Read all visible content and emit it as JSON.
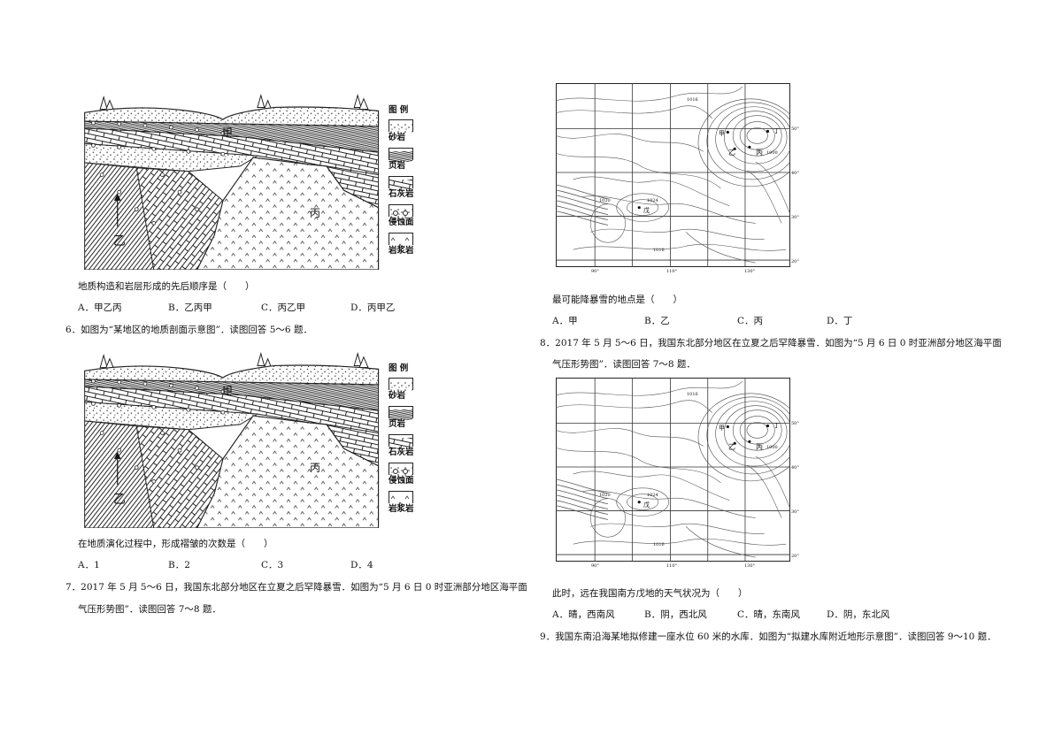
{
  "geo_figure": {
    "label_jia": "甲",
    "label_yi": "乙",
    "label_bing": "丙",
    "legend_title": "图 例",
    "legend": [
      "砂岩",
      "页岩",
      "石灰岩",
      "侵蚀面",
      "岩浆岩"
    ]
  },
  "left": {
    "q5_stem": "地质构造和岩层形成的先后顺序是（　　）",
    "q5_options": [
      "A．甲乙丙",
      "B．乙丙甲",
      "C．丙乙甲",
      "D．丙甲乙"
    ],
    "q6_intro": "6．如图为“某地区的地质剖面示意图”．读图回答 5～6 题．",
    "q6_stem": "在地质演化过程中，形成褶皱的次数是（　　）",
    "q6_options": [
      "A．1",
      "B．2",
      "C．3",
      "D．4"
    ],
    "q7_intro_line1": "7．2017 年 5 月 5～6 日，我国东北部分地区在立夏之后罕降暴雪．如图为“5 月 6 日 0 时亚洲部分地区海平面",
    "q7_intro_line2": "气压形势图”．读图回答 7～8 题．"
  },
  "pressure_map": {
    "isobar_1016_top": "1016",
    "isobar_1020": "1020",
    "isobar_1024": "1024",
    "isobar_1016_bottom": "1016",
    "isobar_1000": "1000",
    "point_jia": "甲",
    "point_yi": "乙",
    "point_bing": "丙",
    "point_ding": "丁",
    "point_wu": "戊",
    "lat_50": "50°",
    "lat_40": "40°",
    "lat_30": "30°",
    "lat_20": "20°",
    "lon_90": "90°",
    "lon_110": "110°",
    "lon_130": "130°"
  },
  "right": {
    "q7_stem": "最可能降暴雪的地点是（　　）",
    "q7_options": [
      "A．甲",
      "B．乙",
      "C．丙",
      "D．丁"
    ],
    "q8_intro_line1": "8．2017 年 5 月 5～6 日，我国东北部分地区在立夏之后罕降暴雪．如图为“5 月 6 日 0 时亚洲部分地区海平面",
    "q8_intro_line2": "气压形势图”．读图回答 7～8 题．",
    "q8_stem": "此时，远在我国南方戊地的天气状况为（　　）",
    "q8_options": [
      "A．晴，西南风",
      "B．阴，西北风",
      "C．晴，东南风",
      "D．阴，东北风"
    ],
    "q9_intro": "9．我国东南沿海某地拟修建一座水位 60 米的水库．如图为“拟建水库附近地形示意图”．读图回答 9～10 题．"
  }
}
